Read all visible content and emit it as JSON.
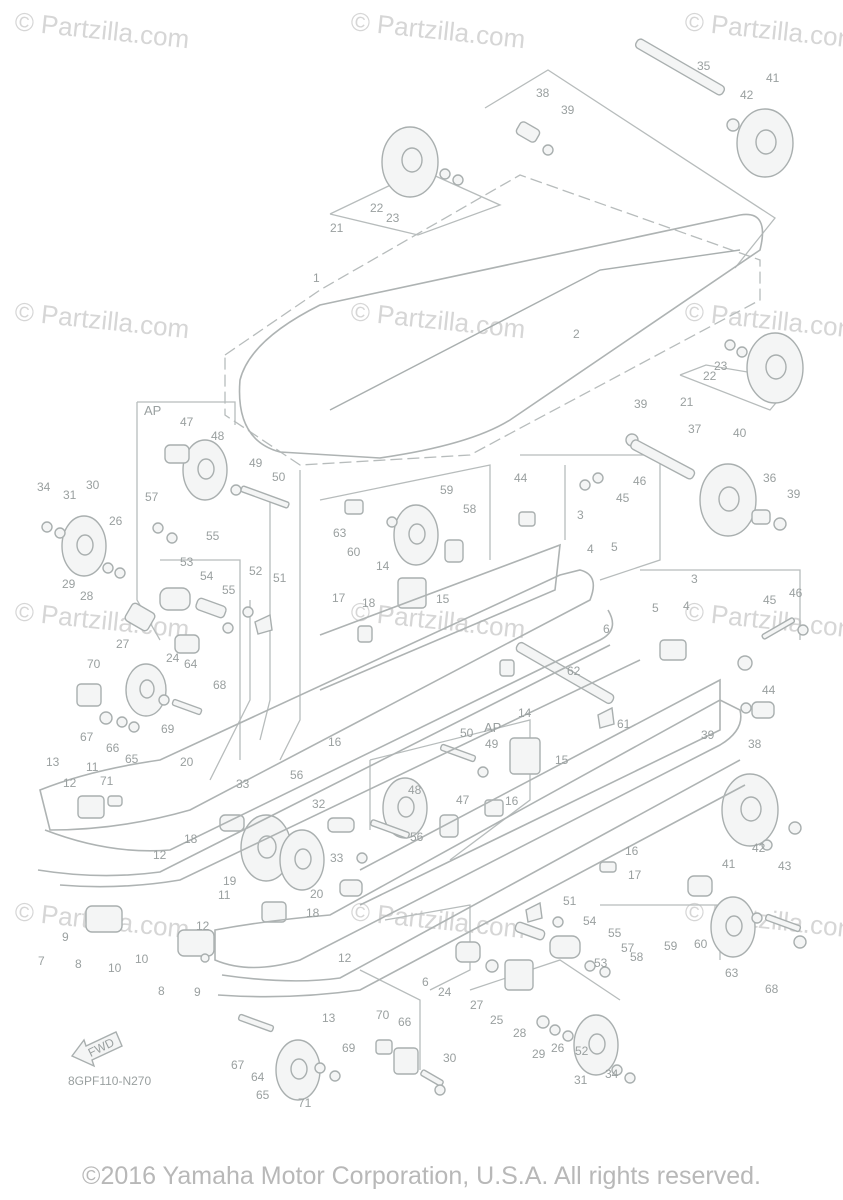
{
  "watermark": "© Partzilla.com",
  "diagram_code": "8GPF110-N270",
  "copyright": "©2016 Yamaha Motor Corporation, U.S.A. All rights reserved.",
  "tags": {
    "ap": "AP",
    "fwd": "FWD"
  },
  "callouts": [
    "35",
    "41",
    "42",
    "38",
    "39",
    "22",
    "23",
    "21",
    "1",
    "2",
    "23",
    "22",
    "21",
    "47",
    "48",
    "49",
    "50",
    "39",
    "37",
    "40",
    "36",
    "39",
    "44",
    "46",
    "45",
    "34",
    "31",
    "30",
    "26",
    "57",
    "55",
    "63",
    "59",
    "60",
    "58",
    "3",
    "4",
    "5",
    "29",
    "28",
    "53",
    "54",
    "55",
    "52",
    "51",
    "14",
    "17",
    "18",
    "15",
    "27",
    "24",
    "64",
    "6",
    "3",
    "4",
    "5",
    "45",
    "46",
    "70",
    "68",
    "69",
    "62",
    "61",
    "44",
    "67",
    "66",
    "65",
    "50",
    "49",
    "14",
    "15",
    "39",
    "38",
    "13",
    "11",
    "71",
    "12",
    "20",
    "56",
    "16",
    "33",
    "32",
    "48",
    "47",
    "16",
    "18",
    "19",
    "12",
    "33",
    "20",
    "18",
    "56",
    "16",
    "17",
    "41",
    "42",
    "43",
    "11",
    "12",
    "9",
    "7",
    "8",
    "10",
    "10",
    "8",
    "9",
    "6",
    "12",
    "13",
    "24",
    "27",
    "25",
    "28",
    "29",
    "26",
    "52",
    "51",
    "54",
    "53",
    "55",
    "57",
    "58",
    "59",
    "60",
    "63",
    "68",
    "67",
    "70",
    "66",
    "69",
    "64",
    "65",
    "71",
    "30",
    "31",
    "34"
  ]
}
